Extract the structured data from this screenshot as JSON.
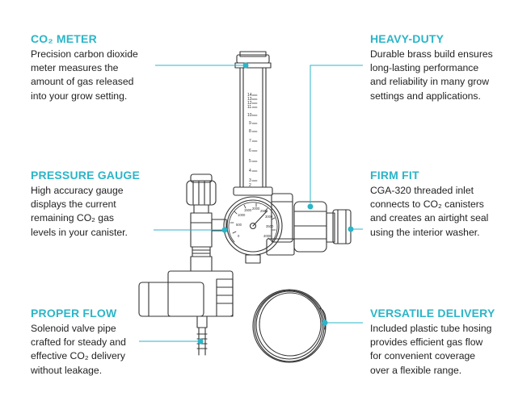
{
  "colors": {
    "accent": "#2bb5c8",
    "text": "#222222",
    "outline": "#333333"
  },
  "features": [
    {
      "id": "co2-meter",
      "title": "CO₂ METER",
      "lines": [
        "Precision carbon dioxide",
        "meter measures the",
        "amount of gas released",
        "into your grow setting."
      ]
    },
    {
      "id": "pressure-gauge",
      "title": "PRESSURE GAUGE",
      "lines": [
        "High accuracy gauge",
        "displays the current",
        "remaining CO₂ gas",
        "levels in your canister."
      ]
    },
    {
      "id": "proper-flow",
      "title": "PROPER FLOW",
      "lines": [
        "Solenoid valve pipe",
        "crafted for steady and",
        "effective CO₂ delivery",
        "without leakage."
      ]
    },
    {
      "id": "heavy-duty",
      "title": "HEAVY-DUTY",
      "lines": [
        "Durable brass build ensures",
        "long-lasting performance",
        "and reliability in many grow",
        "settings and applications."
      ]
    },
    {
      "id": "firm-fit",
      "title": "FIRM FIT",
      "lines": [
        "CGA-320 threaded inlet",
        "connects to CO₂ canisters",
        "and creates an airtight seal",
        "using the interior washer."
      ]
    },
    {
      "id": "versatile-delivery",
      "title": "VERSATILE DELIVERY",
      "lines": [
        "Included plastic tube hosing",
        "provides efficient gas flow",
        "for convenient coverage",
        "over a flexible range."
      ]
    }
  ],
  "flowmeter_scale": [
    "14",
    "13",
    "12",
    "11",
    "10",
    "9",
    "8",
    "7",
    "6",
    "5",
    "4",
    "3",
    "2"
  ],
  "gauge_scale": [
    "0",
    "500",
    "1000",
    "1500",
    "2000",
    "2500",
    "3000",
    "3500",
    "4000"
  ]
}
